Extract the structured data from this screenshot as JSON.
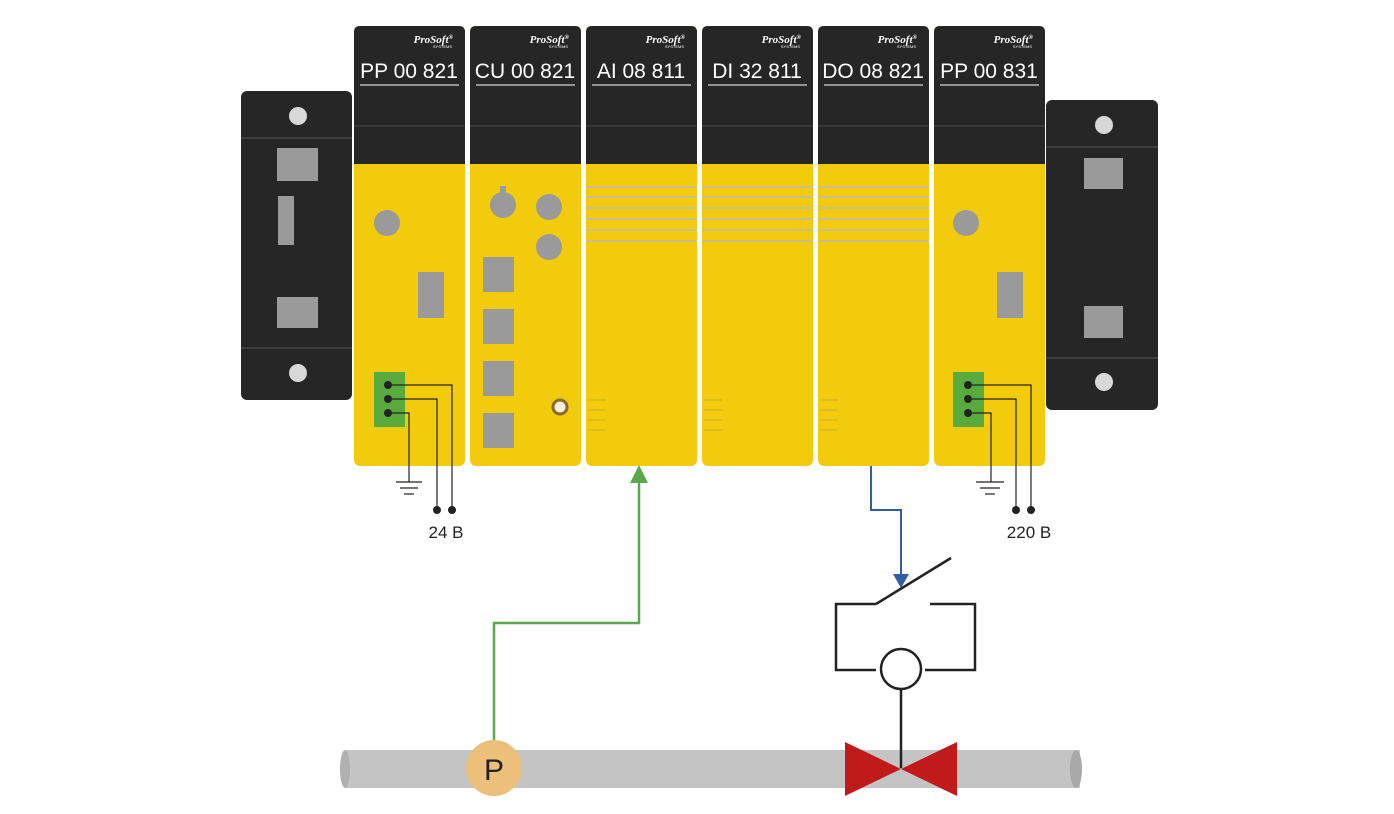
{
  "modules": [
    {
      "label": "PP 00 821",
      "brand": "ProSoft",
      "brand_mark": "®",
      "brand_sub": "SYSTEMS"
    },
    {
      "label": "CU 00 821",
      "brand": "ProSoft",
      "brand_mark": "®",
      "brand_sub": "SYSTEMS"
    },
    {
      "label": "AI 08 811",
      "brand": "ProSoft",
      "brand_mark": "®",
      "brand_sub": "SYSTEMS"
    },
    {
      "label": "DI 32 811",
      "brand": "ProSoft",
      "brand_mark": "®",
      "brand_sub": "SYSTEMS"
    },
    {
      "label": "DO 08 821",
      "brand": "ProSoft",
      "brand_mark": "®",
      "brand_sub": "SYSTEMS"
    },
    {
      "label": "PP 00 831",
      "brand": "ProSoft",
      "brand_mark": "®",
      "brand_sub": "SYSTEMS"
    }
  ],
  "power": {
    "left_voltage": "24 В",
    "right_voltage": "220 В"
  },
  "sensor": {
    "letter": "P"
  },
  "colors": {
    "module_yellow": "#f2cc0c",
    "module_black": "#262626",
    "connector_green": "#5aab3e",
    "signal_green": "#59a84b",
    "control_blue": "#2e5ea8",
    "valve_red": "#c11a1a",
    "pipe_gray": "#c4c4c4",
    "sensor_tan": "#ecbf7a"
  }
}
